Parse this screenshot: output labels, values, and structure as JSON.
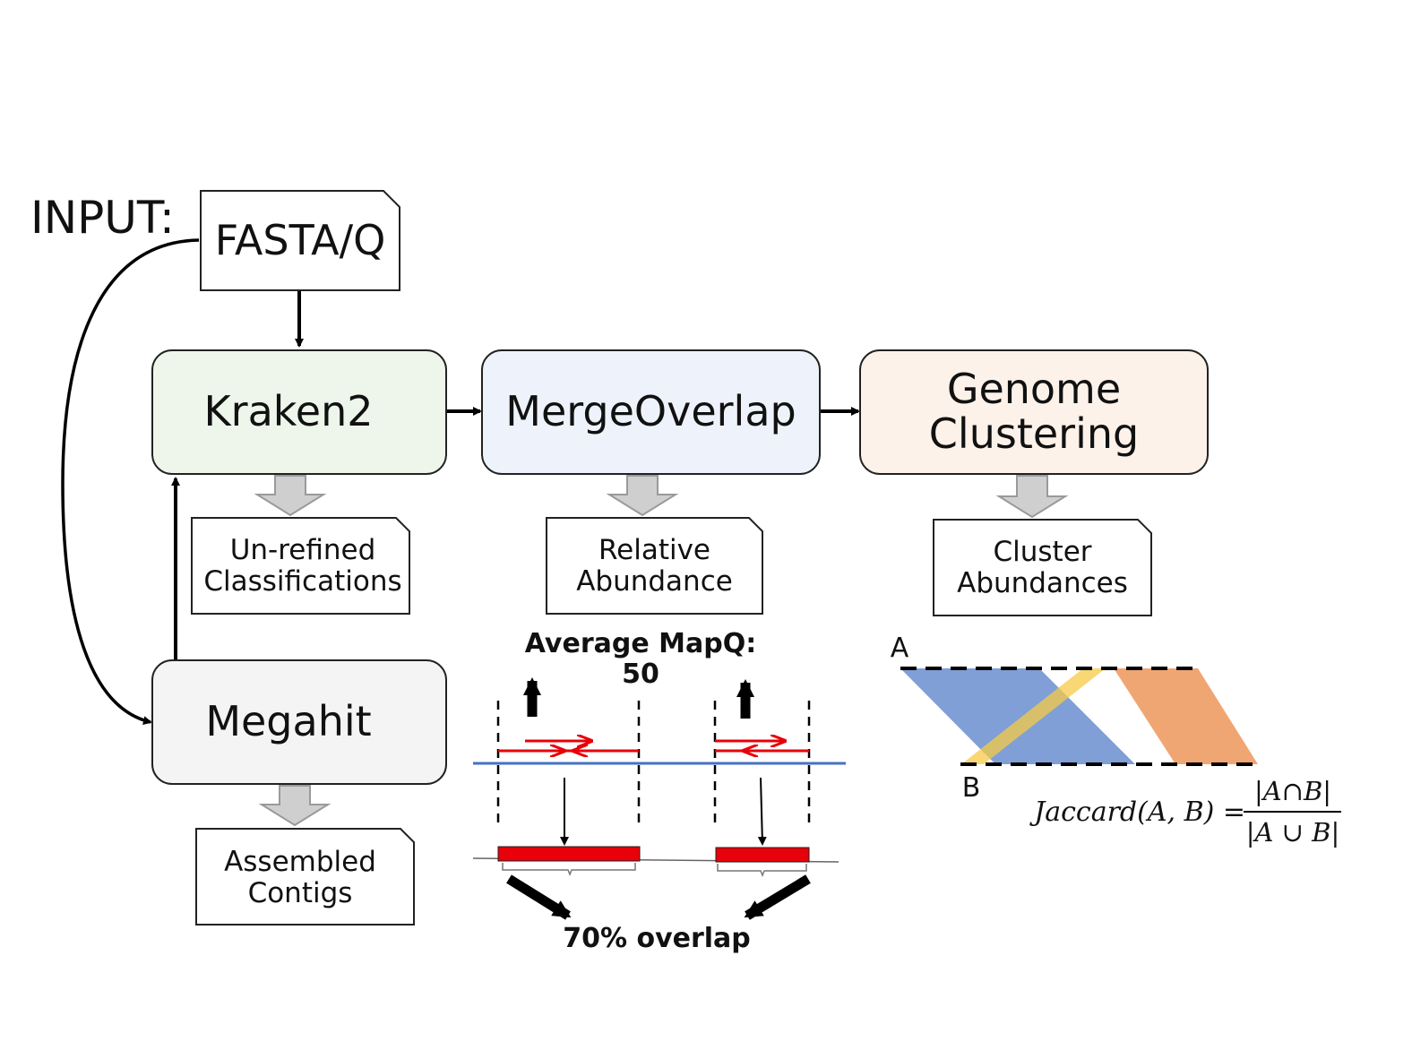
{
  "input": {
    "label": "INPUT:",
    "file": "FASTA/Q"
  },
  "tools": {
    "kraken": "Kraken2",
    "mergeoverlap": "MergeOverlap",
    "clustering": "Genome\nClustering",
    "megahit": "Megahit"
  },
  "outputs": {
    "kraken": "Un-refined\nClassifications",
    "mergeoverlap": "Relative\nAbundance",
    "clustering": "Cluster\nAbundances",
    "megahit": "Assembled\nContigs"
  },
  "merge_detail": {
    "mapq_label": "Average MapQ: 50",
    "overlap_label": "70% overlap"
  },
  "jaccard": {
    "set_a": "A",
    "set_b": "B",
    "lhs": "Jaccard(A, B) =",
    "numerator": "|A∩B|",
    "denominator": "|A ∪ B|"
  },
  "colors": {
    "kraken_fill": "#eef6ec",
    "mergeoverlap_fill": "#eef3fb",
    "clustering_fill": "#fcf2ea",
    "megahit_fill": "#f4f4f4",
    "read_red": "#e8000a",
    "reference_blue": "#4472c4",
    "set_a_blue": "#7f9fd6",
    "set_b_orange": "#f0a673",
    "overlap_yellow": "#f5c946"
  }
}
